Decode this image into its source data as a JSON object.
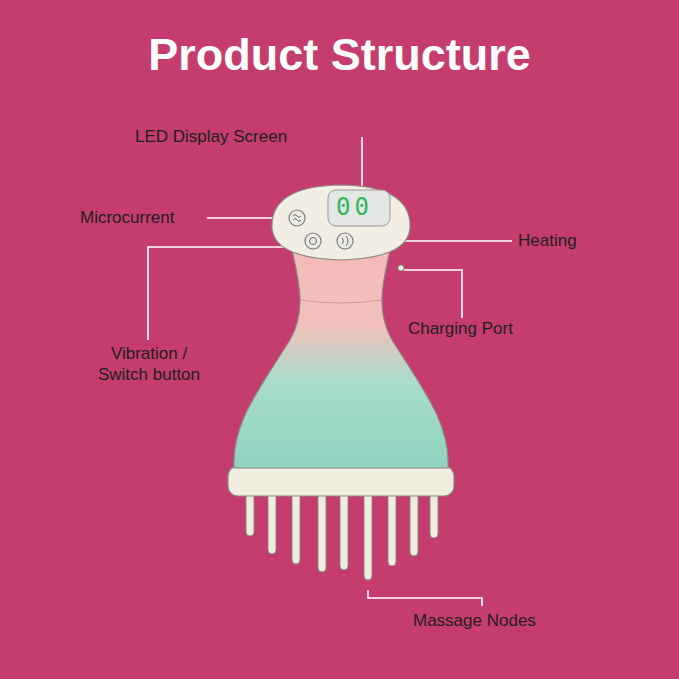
{
  "diagram": {
    "title": "Product Structure",
    "labels": [
      "LED Display Screen",
      "Microcurrent",
      "Heating",
      "Charging Port",
      "Vibration / Switch button",
      "Massage Nodes",
      "00"
    ]
  }
}
